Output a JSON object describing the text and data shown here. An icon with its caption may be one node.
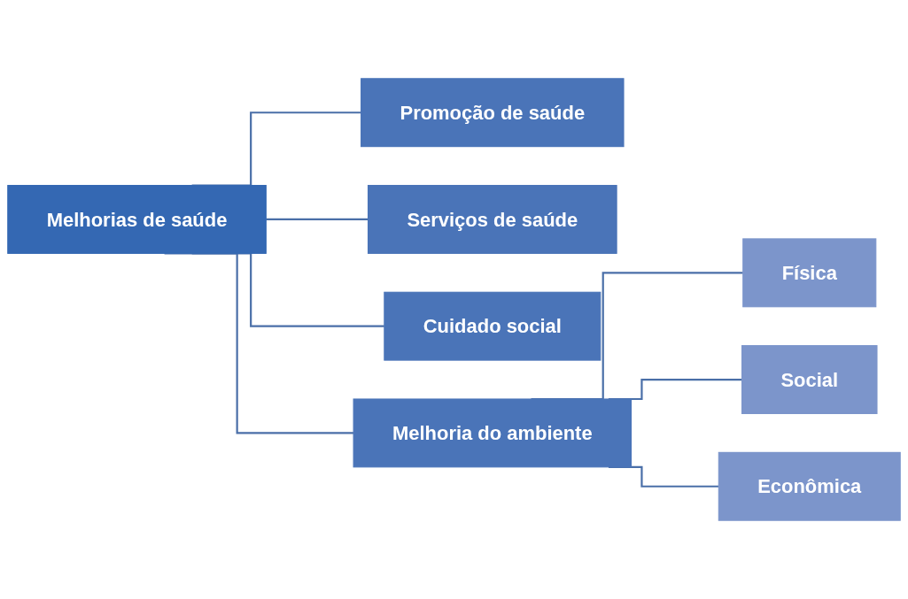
{
  "diagram": {
    "nodes": [
      {
        "text": [
          "Melhorias de saúde"
        ]
      },
      {
        "text": [
          "Promoção de saúde"
        ]
      },
      {
        "text": [
          "Serviços de saúde"
        ]
      },
      {
        "text": [
          "Cuidado social"
        ]
      },
      {
        "text": [
          "Melhoria do ambiente"
        ]
      },
      {
        "text": [
          "Física"
        ]
      },
      {
        "text": [
          "Social"
        ]
      },
      {
        "text": [
          "Econômica"
        ]
      }
    ],
    "edges": [
      {
        "from": 0,
        "to": 1,
        "arrow": "none"
      },
      {
        "from": 0,
        "to": 2,
        "arrow": "none"
      },
      {
        "from": 0,
        "to": 3,
        "arrow": "none"
      },
      {
        "from": 0,
        "to": 4,
        "arrow": "none"
      },
      {
        "from": 4,
        "to": 5,
        "arrow": "none"
      },
      {
        "from": 4,
        "to": 6,
        "arrow": "none"
      },
      {
        "from": 4,
        "to": 7,
        "arrow": "none"
      }
    ]
  }
}
